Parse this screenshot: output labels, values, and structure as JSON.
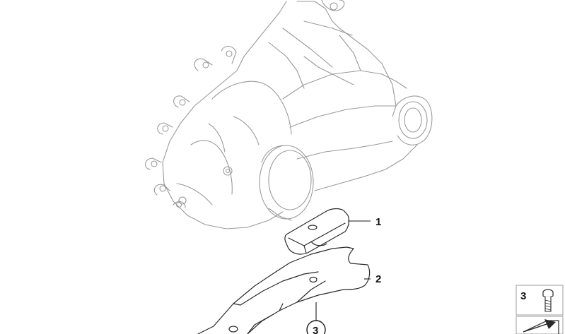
{
  "callouts": [
    {
      "number": "1"
    },
    {
      "number": "2"
    },
    {
      "number": "3"
    }
  ],
  "legend": {
    "number": "3",
    "icon": "bolt-icon"
  },
  "colors": {
    "housing_line": "#9a9a9a",
    "part_line": "#2a2a2a",
    "text": "#111111"
  }
}
